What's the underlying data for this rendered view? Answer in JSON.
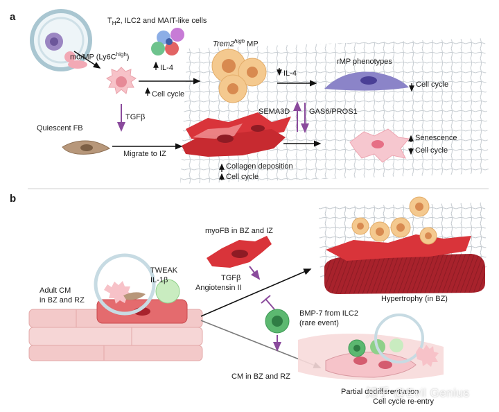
{
  "panel_a": {
    "label": "a",
    "mo_mp": "mo/MP (Ly6C",
    "mo_mp_sup": "high",
    "mo_mp_close": ")",
    "th_cells_prefix": "T",
    "th_cells_sub": "H",
    "th_cells_suffix": "2, ILC2 and MAIT-like cells",
    "il4_up": "IL-4",
    "cell_cycle_up": "Cell cycle",
    "trem2_gene": "Trem2",
    "trem2_sup": "high",
    "trem2_suffix": " MP",
    "il4_down": "IL-4",
    "rmp_phenotypes": "rMP phenotypes",
    "cell_cycle_down_rmp": "Cell cycle",
    "tgfb": "TGFβ",
    "quiescent_fb": "Quiescent FB",
    "migrate": "Migrate to IZ",
    "sema3d": "SEMA3D",
    "gas6": "GAS6/PROS1",
    "senescence": "Senescence",
    "cell_cycle_down_fb": "Cell cycle",
    "collagen": "Collagen deposition",
    "cell_cycle_up_fb": "Cell cycle"
  },
  "panel_b": {
    "label": "b",
    "myofb": "myoFB in BZ and IZ",
    "tweak": "TWEAK",
    "il1b": "IL-1β",
    "adult_cm_1": "Adult CM",
    "adult_cm_2": "in BZ and RZ",
    "tgfb": "TGFβ",
    "angiotensin": "Angiotensin II",
    "hypertrophy": "Hypertrophy (in BZ)",
    "bmp7_1": "BMP-7 from ILC2",
    "bmp7_2": "(rare event)",
    "cm_bz_rz": "CM in BZ and RZ",
    "partial_dediff": "Partial dedifferentiation",
    "cell_cycle_reentry": "Cell cycle re-entry"
  },
  "watermark": "知乎 @Evil Genius",
  "colors": {
    "arrow_black": "#111111",
    "arrow_purple": "#8a4a9c",
    "cm_pink": "#f3c9c9",
    "myofb_red": "#d9343a",
    "macrophage": "#f4c98f",
    "rmp_purple": "#8b84c8",
    "green_cell": "#5cb870"
  }
}
